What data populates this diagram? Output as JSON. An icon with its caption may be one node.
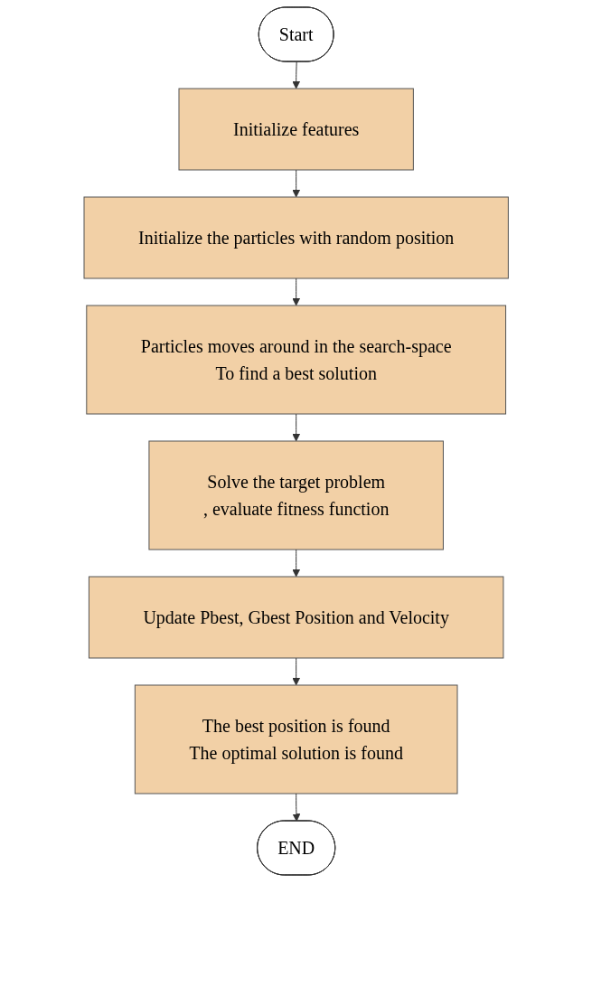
{
  "diagram": {
    "nodes": [
      {
        "text": [
          "Start"
        ]
      },
      {
        "text": [
          "Initialize features"
        ]
      },
      {
        "text": [
          "Initialize the particles with random position"
        ]
      },
      {
        "text": [
          "Particles moves around in the search-space",
          "To find a best solution"
        ]
      },
      {
        "text": [
          "Solve the target problem",
          ", evaluate fitness function"
        ]
      },
      {
        "text": [
          "Update Pbest, Gbest Position and Velocity"
        ]
      },
      {
        "text": [
          "The best position is found",
          "The optimal solution is found"
        ]
      },
      {
        "text": [
          "END"
        ]
      }
    ],
    "edges": [
      {
        "from": 0,
        "to": 1,
        "arrow": "to"
      },
      {
        "from": 1,
        "to": 2,
        "arrow": "to"
      },
      {
        "from": 2,
        "to": 3,
        "arrow": "to"
      },
      {
        "from": 3,
        "to": 4,
        "arrow": "to"
      },
      {
        "from": 4,
        "to": 5,
        "arrow": "to"
      },
      {
        "from": 5,
        "to": 6,
        "arrow": "to"
      },
      {
        "from": 6,
        "to": 7,
        "arrow": "to"
      }
    ]
  }
}
